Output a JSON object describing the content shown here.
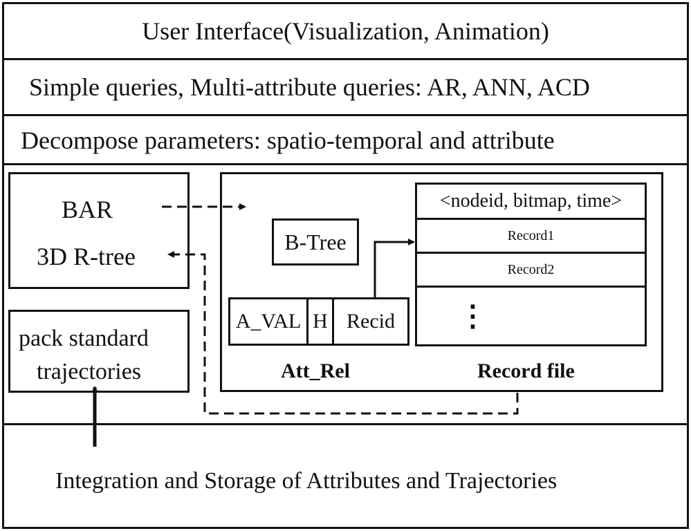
{
  "layers": {
    "ui": "User Interface(Visualization, Animation)",
    "queries": "Simple queries, Multi-attribute queries: AR, ANN, ACD",
    "decompose": "Decompose parameters: spatio-temporal and attribute",
    "storage": "Integration and Storage of Attributes and Trajectories"
  },
  "index_box": {
    "line1": "BAR",
    "line2": "3D R-tree"
  },
  "pack_box": {
    "line1": "pack standard",
    "line2": "trajectories"
  },
  "att_rel": {
    "btree": "B-Tree",
    "cells": [
      "A_VAL",
      "H",
      "Recid"
    ],
    "caption": "Att_Rel"
  },
  "record_file": {
    "header": "<nodeid, bitmap, time>",
    "records": [
      "Record1",
      "Record2"
    ],
    "ellipsis": "⋮",
    "caption": "Record file"
  }
}
